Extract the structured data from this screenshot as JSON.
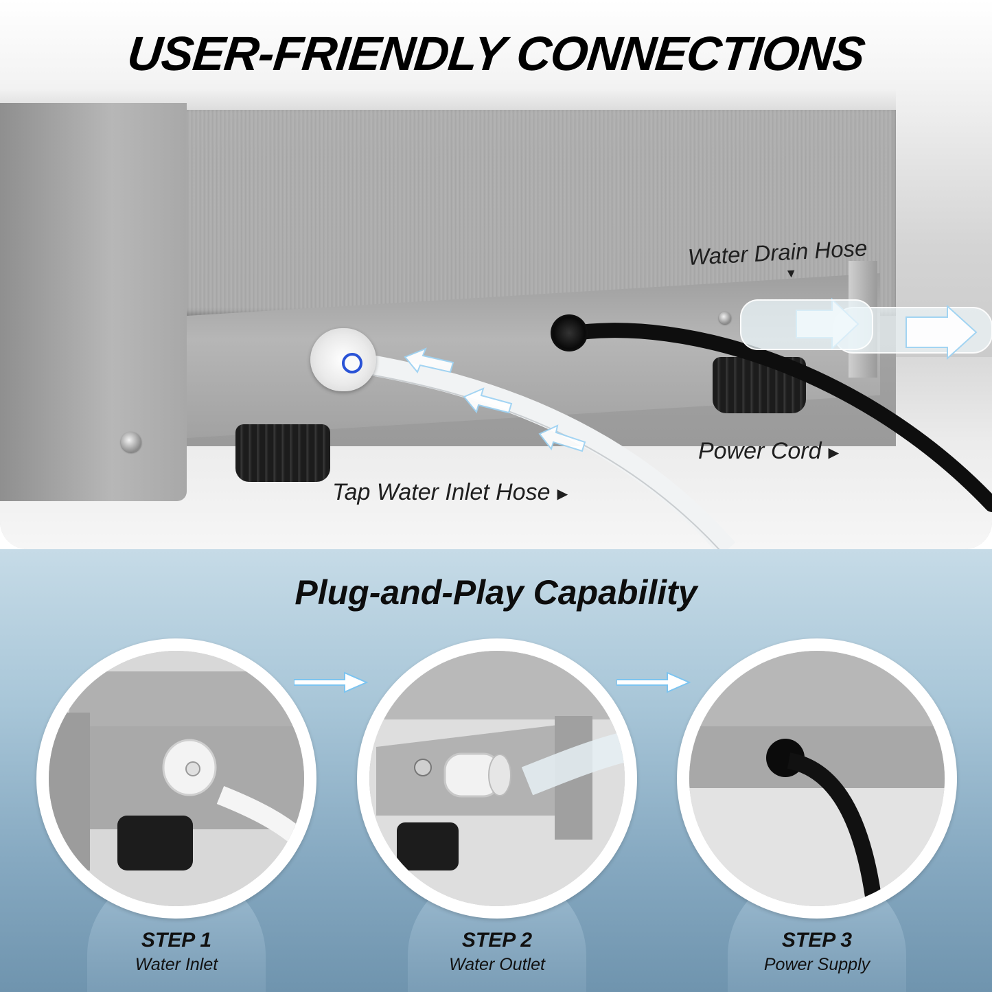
{
  "header": {
    "title": "USER-FRIENDLY CONNECTIONS"
  },
  "callouts": {
    "drain": "Water Drain Hose",
    "power": "Power Cord",
    "inlet": "Tap Water Inlet Hose"
  },
  "section": {
    "title": "Plug-and-Play Capability"
  },
  "steps": [
    {
      "number": "STEP 1",
      "label": "Water Inlet"
    },
    {
      "number": "STEP 2",
      "label": "Water Outlet"
    },
    {
      "number": "STEP 3",
      "label": "Power Supply"
    }
  ],
  "colors": {
    "accent": "#2952d6",
    "panel_blue": "#86a9c1",
    "steel": "#a9a9a9"
  },
  "icons": [
    "arrow-right-icon",
    "triangle-right-icon",
    "triangle-down-icon"
  ]
}
